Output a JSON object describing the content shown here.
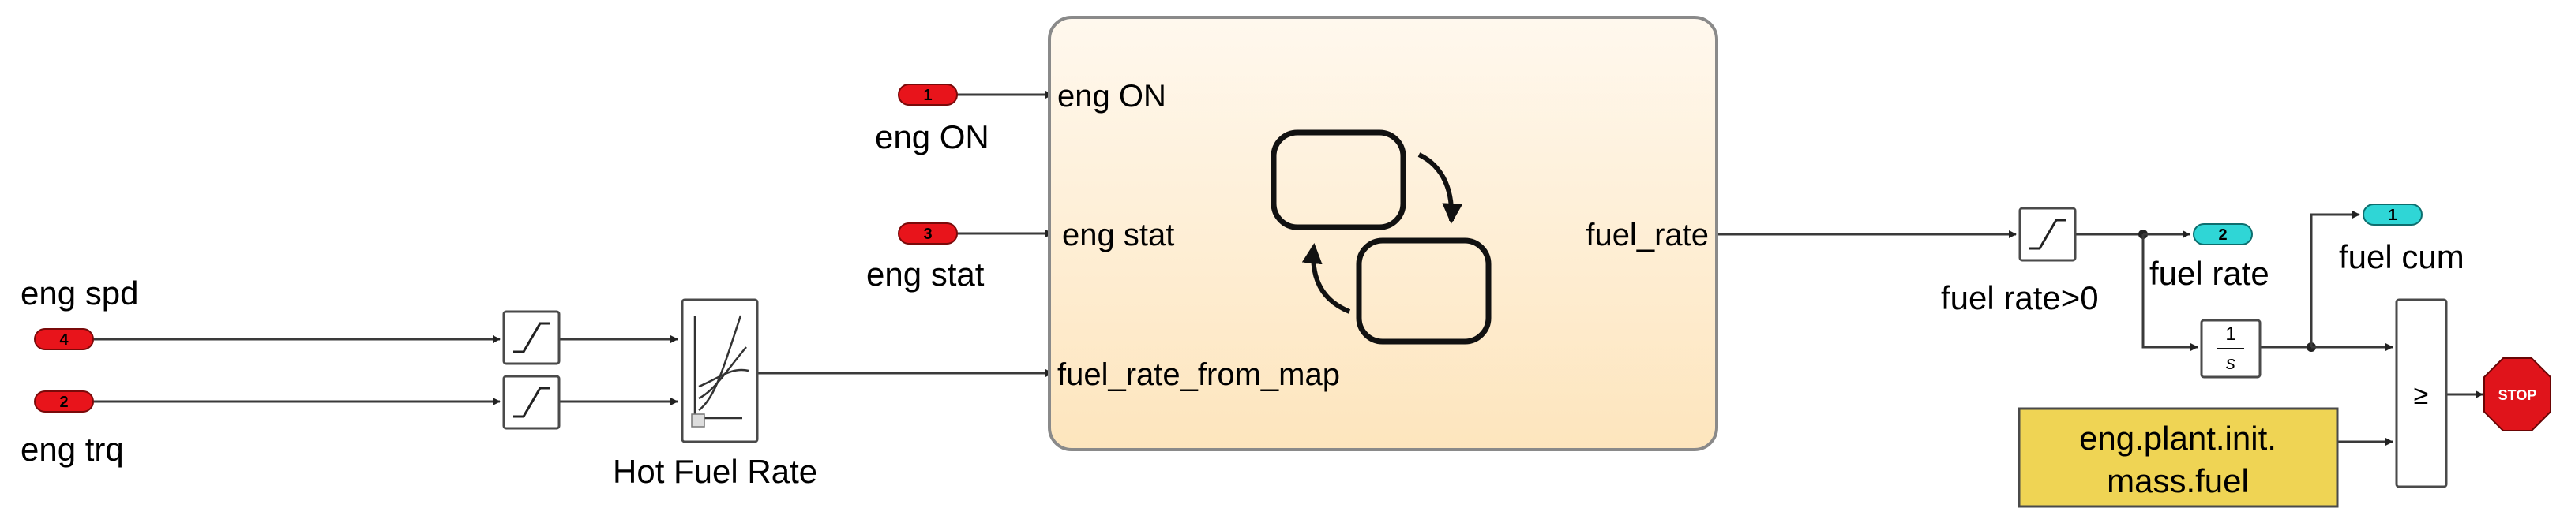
{
  "inports": [
    {
      "id": "eng-spd",
      "number": "4",
      "label": "eng spd"
    },
    {
      "id": "eng-trq",
      "number": "2",
      "label": "eng trq"
    },
    {
      "id": "eng-on",
      "number": "1",
      "label": "eng ON"
    },
    {
      "id": "eng-stat",
      "number": "3",
      "label": "eng stat"
    }
  ],
  "outports": [
    {
      "id": "fuel-rate",
      "number": "2",
      "label": "fuel rate"
    },
    {
      "id": "fuel-cum",
      "number": "1",
      "label": "fuel cum"
    }
  ],
  "blocks": {
    "lookup_table": {
      "label": "Hot Fuel Rate"
    },
    "saturation_out": {
      "label": "fuel rate>0"
    },
    "integrator": {
      "numerator": "1",
      "denominator": "s"
    },
    "compare": {
      "operator": "≥"
    },
    "stop": {
      "label": "STOP"
    },
    "constant": {
      "line1": "eng.plant.init.",
      "line2": "mass.fuel"
    }
  },
  "chart": {
    "inputs": [
      "eng ON",
      "eng stat",
      "fuel_rate_from_map"
    ],
    "output": "fuel_rate"
  },
  "colors": {
    "inport_fill": "#e8141b",
    "outport_fill": "#2fd6d6",
    "chart_fill_top": "#fff7ea",
    "chart_fill_bottom": "#fde6c0",
    "constant_fill": "#efd454",
    "stop_fill": "#e0141b"
  }
}
